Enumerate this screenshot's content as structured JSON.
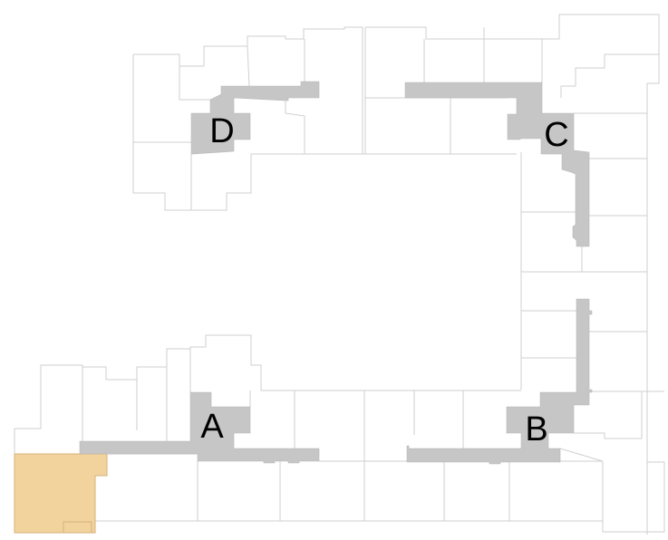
{
  "plan": {
    "cores": [
      {
        "id": "A",
        "label": "A"
      },
      {
        "id": "B",
        "label": "B"
      },
      {
        "id": "C",
        "label": "C"
      },
      {
        "id": "D",
        "label": "D"
      }
    ],
    "highlighted_unit": "selected-unit"
  },
  "colors": {
    "corridor": "#c6c6c6",
    "highlight": "#f3d39d",
    "highlight_stroke": "#d5b27a",
    "unit_outline": "#cfcfcf"
  }
}
